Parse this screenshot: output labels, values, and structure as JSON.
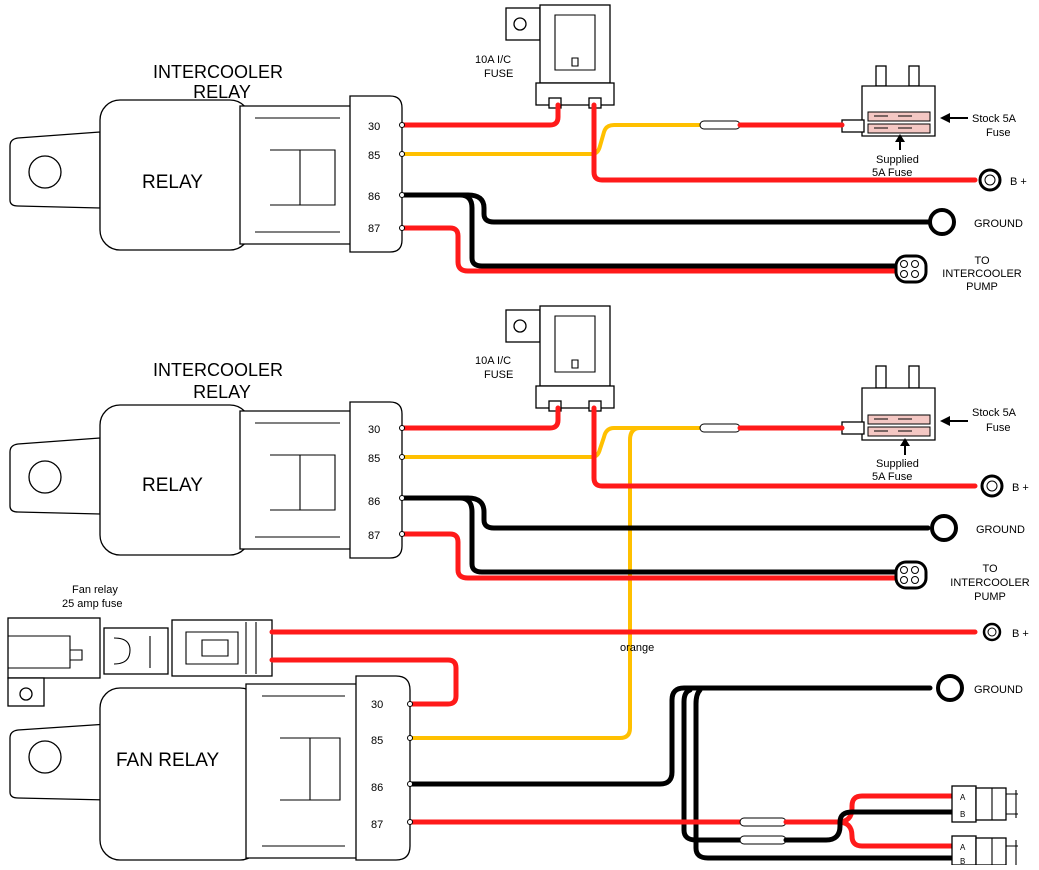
{
  "colors": {
    "power_wire": "#ff1a1a",
    "signal_wire": "#ffc000",
    "ground_wire": "#000000",
    "background": "#ffffff"
  },
  "relay1": {
    "heading_line1": "INTERCOOLER",
    "heading_line2": "RELAY",
    "body_label": "RELAY",
    "pins": [
      "30",
      "85",
      "86",
      "87"
    ]
  },
  "relay2": {
    "heading_line1": "INTERCOOLER",
    "heading_line2": "RELAY",
    "body_label": "RELAY",
    "pins": [
      "30",
      "85",
      "86",
      "87"
    ]
  },
  "fan_relay": {
    "body_label": "FAN RELAY",
    "pins": [
      "30",
      "85",
      "86",
      "87"
    ]
  },
  "labels": {
    "ic_fuse_line1": "10A I/C",
    "ic_fuse_line2": "FUSE",
    "stock_fuse_line1": "Stock 5A",
    "stock_fuse_line2": "Fuse",
    "supplied_fuse_line1": "Supplied",
    "supplied_fuse_line2": "5A Fuse",
    "b_plus": "B +",
    "ground": "GROUND",
    "pump_line1": "TO",
    "pump_line2": "INTERCOOLER",
    "pump_line3": "PUMP",
    "fan_fuse_line1": "Fan relay",
    "fan_fuse_line2": "25 amp fuse",
    "orange": "orange",
    "fan_conn_a": "A",
    "fan_conn_b": "B"
  }
}
